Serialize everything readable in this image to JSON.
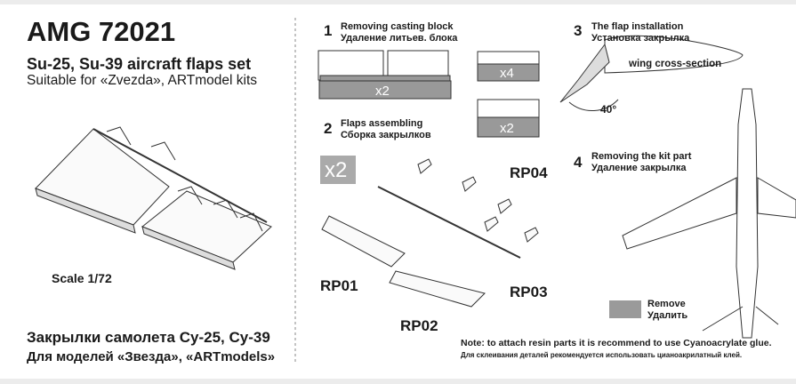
{
  "header": {
    "code": "AMG 72021",
    "title": "Su-25, Su-39 aircraft flaps set",
    "subtitle": "Suitable for «Zvezda», ARTmodel kits"
  },
  "scale": "Scale 1/72",
  "russian_title": {
    "line1": "Закрылки самолета Су-25, Су-39",
    "line2": "Для моделей «Звезда», «ARTmodels»"
  },
  "steps": [
    {
      "number": "1",
      "title_en": "Removing casting block",
      "title_ru": "Удаление литьев. блока"
    },
    {
      "number": "2",
      "title_en": "Flaps assembling",
      "title_ru": "Сборка закрылков"
    },
    {
      "number": "3",
      "title_en": "The flap installation",
      "title_ru": "Установка закрылка"
    },
    {
      "number": "4",
      "title_en": "Removing the kit part",
      "title_ru": "Удаление закрылка"
    }
  ],
  "quantities": {
    "block_main": "x2",
    "block_small": "x4",
    "block_pins": "x2",
    "assembly": "x2"
  },
  "parts": {
    "rp01": "RP01",
    "rp02": "RP02",
    "rp03": "RP03",
    "rp04": "RP04"
  },
  "installation": {
    "wing_label": "wing cross-section",
    "angle": "40°"
  },
  "legend": {
    "remove_en": "Remove",
    "remove_ru": "Удалить",
    "remove_color": "#9a9a9a"
  },
  "note": {
    "en": "Note: to attach resin parts it is recommend to use Cyanoacrylate glue.",
    "ru": "Для склеивания деталей рекомендуется использовать цианоакрилатный клей."
  }
}
